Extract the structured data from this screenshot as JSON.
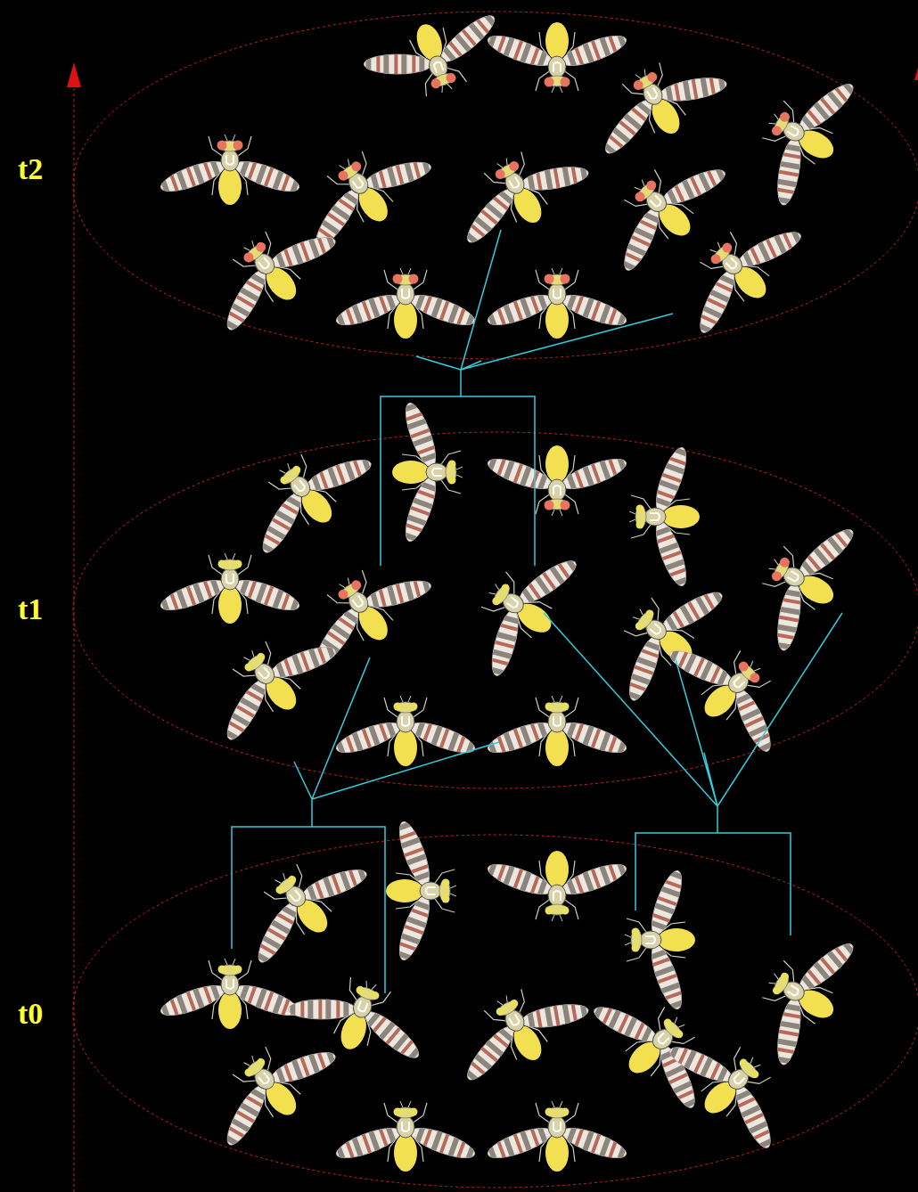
{
  "diagram": {
    "labels": [
      "t2",
      "t1",
      "t0"
    ]
  }
}
